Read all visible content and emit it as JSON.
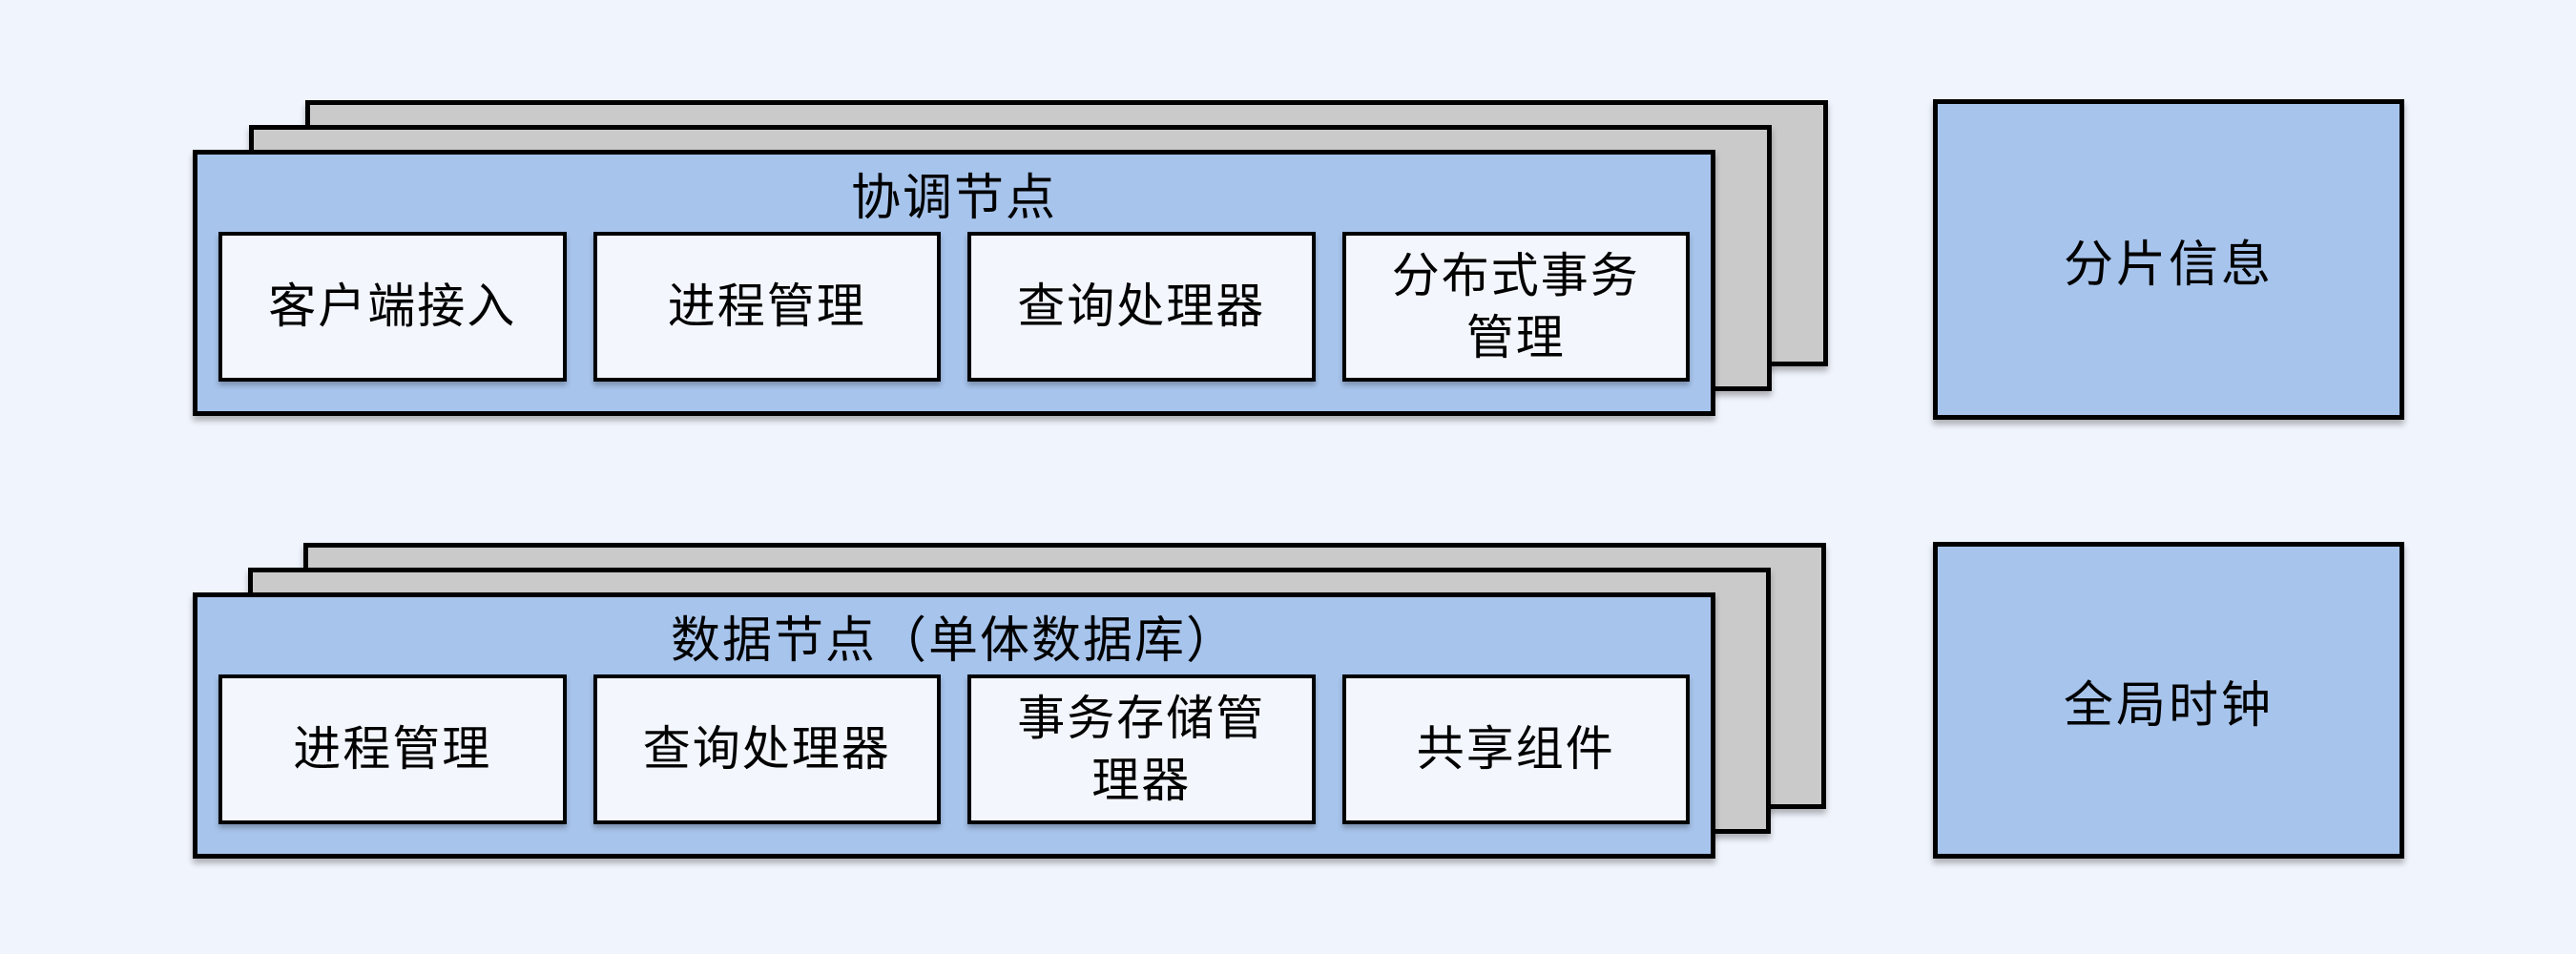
{
  "colors": {
    "background": "#f0f4fc",
    "node_fill": "#a7c4ec",
    "stack_fill": "#cacaca",
    "component_fill": "#f3f6fd",
    "border": "#000000",
    "text": "#000000"
  },
  "coordinator_node": {
    "title": "协调节点",
    "components": [
      {
        "label": "客户端接入"
      },
      {
        "label": "进程管理"
      },
      {
        "label": "查询处理器"
      },
      {
        "label": "分布式事务\n管理"
      }
    ]
  },
  "data_node": {
    "title": "数据节点（单体数据库）",
    "components": [
      {
        "label": "进程管理"
      },
      {
        "label": "查询处理器"
      },
      {
        "label": "事务存储管\n理器"
      },
      {
        "label": "共享组件"
      }
    ]
  },
  "shard_info": {
    "label": "分片信息"
  },
  "global_clock": {
    "label": "全局时钟"
  }
}
